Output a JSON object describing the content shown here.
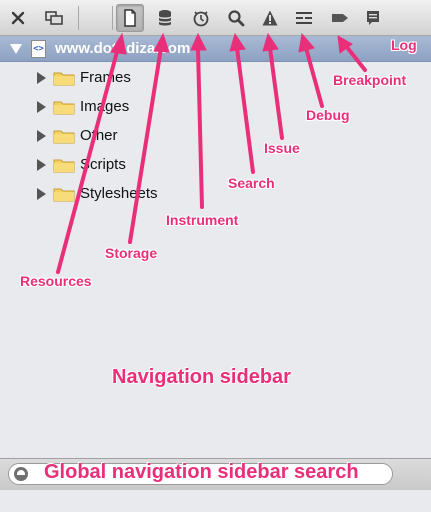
{
  "toolbar": {
    "buttons": [
      {
        "name": "close",
        "icon": "close-icon"
      },
      {
        "name": "dock",
        "icon": "dock-icon"
      },
      {
        "name": "resources",
        "icon": "document-icon",
        "active": true
      },
      {
        "name": "storage",
        "icon": "database-icon"
      },
      {
        "name": "instrument",
        "icon": "stopwatch-icon"
      },
      {
        "name": "search",
        "icon": "search-icon"
      },
      {
        "name": "issue",
        "icon": "warning-icon"
      },
      {
        "name": "debug",
        "icon": "debug-icon"
      },
      {
        "name": "breakpoint",
        "icon": "breakpoint-icon"
      },
      {
        "name": "log",
        "icon": "log-icon"
      }
    ]
  },
  "tree": {
    "root": {
      "label": "www.dotodiza.com",
      "icon": "page-icon",
      "icon_glyph": "<>"
    },
    "folders": [
      {
        "label": "Frames"
      },
      {
        "label": "Images"
      },
      {
        "label": "Other"
      },
      {
        "label": "Scripts"
      },
      {
        "label": "Stylesheets"
      }
    ]
  },
  "annotations": {
    "log": "Log",
    "breakpoint": "Breakpoint",
    "debug": "Debug",
    "issue": "Issue",
    "search": "Search",
    "instrument": "Instrument",
    "storage": "Storage",
    "resources": "Resources",
    "sidebar": "Navigation sidebar",
    "global_search": "Global navigation sidebar search"
  },
  "search": {
    "value": "",
    "placeholder": ""
  },
  "colors": {
    "annotation": "#ea2f7a",
    "selection": "#9aabc9",
    "sidebar_background": "#e8eaee"
  }
}
